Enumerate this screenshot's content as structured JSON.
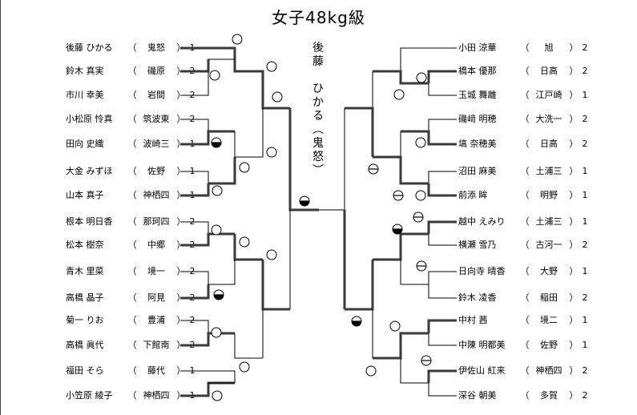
{
  "title": "女子48kg級",
  "champion": {
    "chars": [
      "後",
      "藤",
      "",
      "ひ",
      "か",
      "る",
      "︵",
      "鬼",
      "怒",
      "︶"
    ]
  },
  "left_entries": [
    {
      "name": "後藤 ひかる",
      "school": "鬼怒",
      "grade": "1"
    },
    {
      "name": "鈴木 真実",
      "school": "磯原",
      "grade": "2"
    },
    {
      "name": "市川 幸美",
      "school": "岩間",
      "grade": "2"
    },
    {
      "name": "小松原 怜真",
      "school": "筑波東",
      "grade": "2"
    },
    {
      "name": "田向 史織",
      "school": "波崎三",
      "grade": "1"
    },
    {
      "name": "大金 みずほ",
      "school": "佐野",
      "grade": "1"
    },
    {
      "name": "山本 真子",
      "school": "神栖四",
      "grade": "1"
    },
    {
      "name": "根本 明日香",
      "school": "那珂四",
      "grade": "2"
    },
    {
      "name": "松本 樹奈",
      "school": "中郷",
      "grade": "2"
    },
    {
      "name": "青木 里菜",
      "school": "境一",
      "grade": "2"
    },
    {
      "name": "高橋 晶子",
      "school": "阿見",
      "grade": "2"
    },
    {
      "name": "菊一 りお",
      "school": "豊浦",
      "grade": "2"
    },
    {
      "name": "高橋 眞代",
      "school": "下館南",
      "grade": "2"
    },
    {
      "name": "福田 そら",
      "school": "藤代",
      "grade": "1"
    },
    {
      "name": "小笠原 綾子",
      "school": "神栖四",
      "grade": "1"
    }
  ],
  "right_entries": [
    {
      "name": "小田 涼華",
      "school": "旭",
      "grade": "2"
    },
    {
      "name": "橋本 優那",
      "school": "日高",
      "grade": "2"
    },
    {
      "name": "玉城 舞離",
      "school": "江戸崎",
      "grade": "1"
    },
    {
      "name": "磯﨑 明穂",
      "school": "大洗一",
      "grade": "2"
    },
    {
      "name": "塙 奈穂美",
      "school": "日高",
      "grade": "2"
    },
    {
      "name": "沼田 麻美",
      "school": "土浦三",
      "grade": "1"
    },
    {
      "name": "前添 眸",
      "school": "明野",
      "grade": "1"
    },
    {
      "name": "越中 えみり",
      "school": "土浦三",
      "grade": "1"
    },
    {
      "name": "横瀬 雪乃",
      "school": "古河一",
      "grade": "2"
    },
    {
      "name": "日向寺 晴香",
      "school": "大野",
      "grade": "1"
    },
    {
      "name": "鈴木 凌香",
      "school": "稲田",
      "grade": "2"
    },
    {
      "name": "中村 茜",
      "school": "境二",
      "grade": "1"
    },
    {
      "name": "中陳 明都美",
      "school": "佐野",
      "grade": "1"
    },
    {
      "name": "伊佐山 紅来",
      "school": "神栖四",
      "grade": "2"
    },
    {
      "name": "深谷 朝美",
      "school": "多賀",
      "grade": "2"
    }
  ],
  "punctuation": {
    "open": "（",
    "close": "）"
  },
  "colors": {
    "line": "#000000",
    "thick_line": "#3a3a3a",
    "text": "#000000"
  }
}
